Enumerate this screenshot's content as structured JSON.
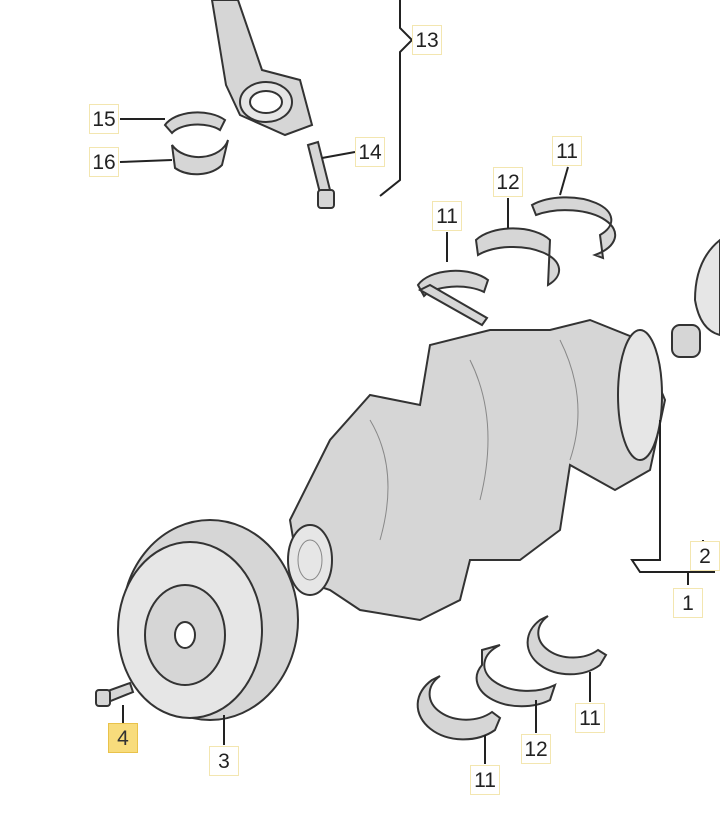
{
  "diagram": {
    "title": "Crankshaft assembly exploded view",
    "highlight_color": "#f8dc7c",
    "labels": [
      {
        "id": "l13",
        "text": "13"
      },
      {
        "id": "l15",
        "text": "15"
      },
      {
        "id": "l16",
        "text": "16"
      },
      {
        "id": "l14",
        "text": "14"
      },
      {
        "id": "l11a",
        "text": "11"
      },
      {
        "id": "l12a",
        "text": "12"
      },
      {
        "id": "l11b",
        "text": "11"
      },
      {
        "id": "l2",
        "text": "2"
      },
      {
        "id": "l1",
        "text": "1"
      },
      {
        "id": "l4",
        "text": "4",
        "highlighted": true
      },
      {
        "id": "l3",
        "text": "3"
      },
      {
        "id": "l12b",
        "text": "12"
      },
      {
        "id": "l11c",
        "text": "11"
      },
      {
        "id": "l11d",
        "text": "11"
      }
    ]
  }
}
